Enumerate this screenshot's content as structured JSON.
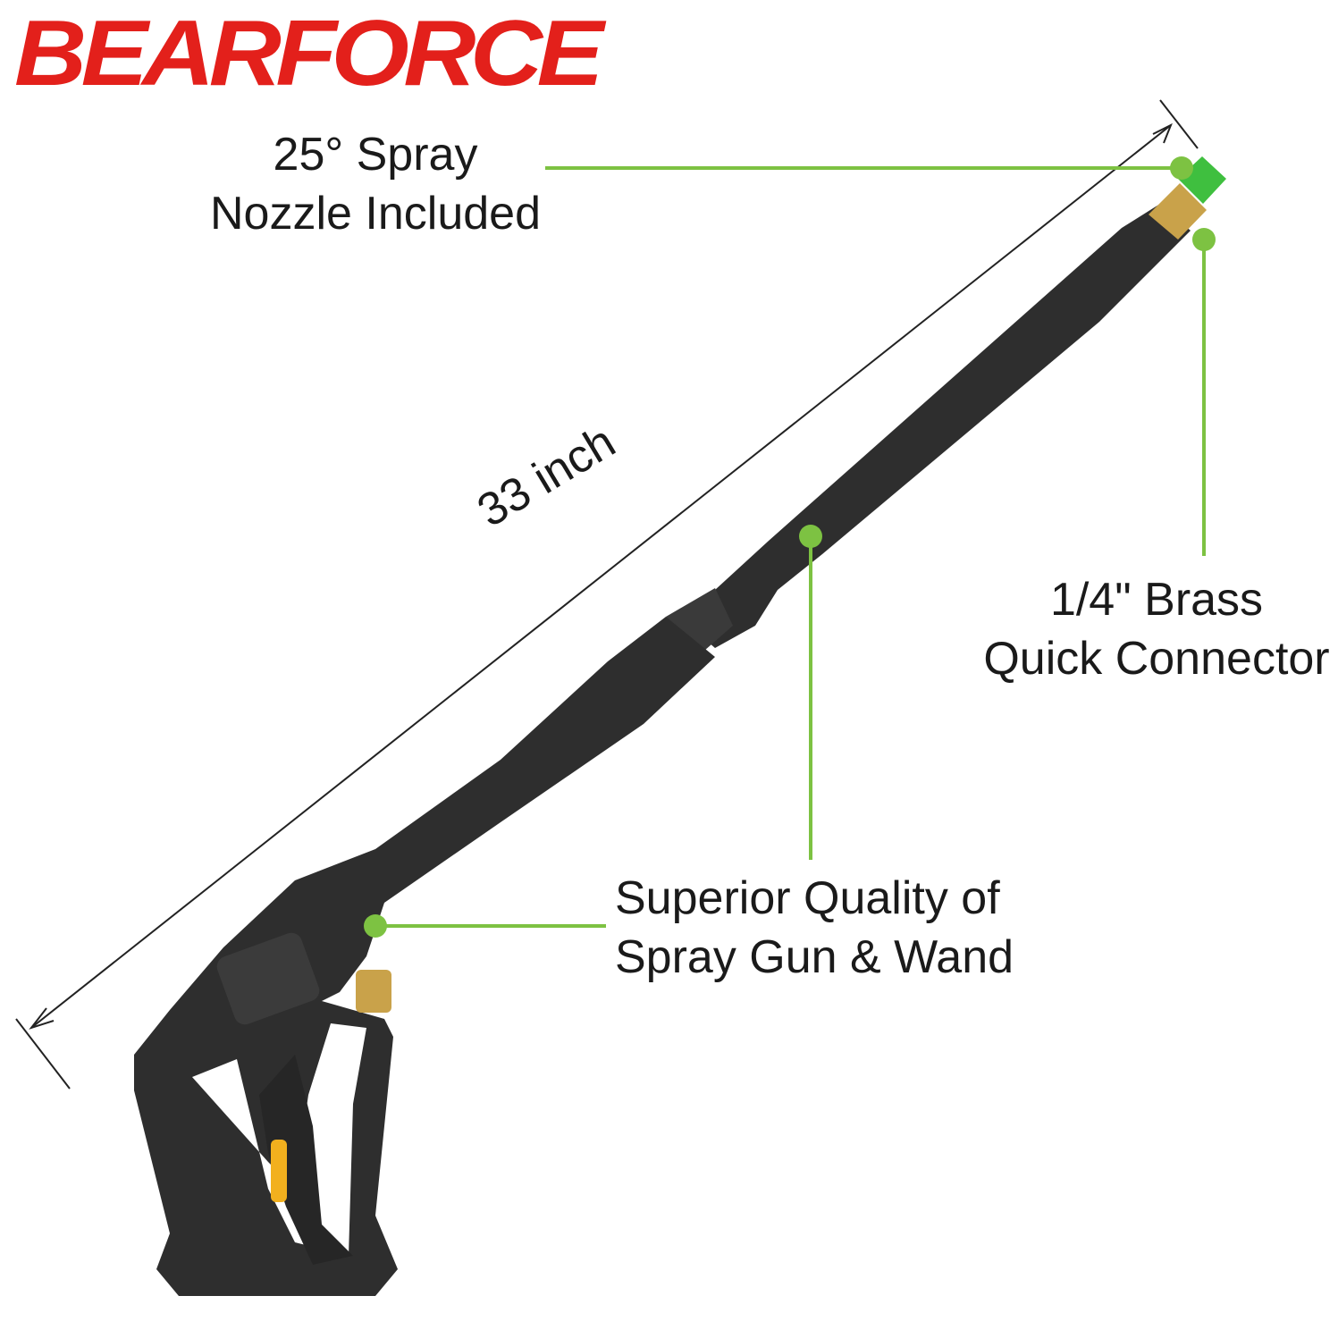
{
  "brand": {
    "name": "BEARFORCE",
    "color": "#e3201b"
  },
  "callouts": {
    "nozzle": {
      "line1": "25° Spray",
      "line2": "Nozzle Included"
    },
    "connector": {
      "line1": "1/4\" Brass",
      "line2": "Quick Connector"
    },
    "quality": {
      "line1": "Superior Quality of",
      "line2": "Spray Gun & Wand"
    }
  },
  "dimension": {
    "label": "33 inch"
  },
  "colors": {
    "callout_green": "#7dc242",
    "gun_body": "#2e2e2e",
    "nozzle_tip": "#3fbf3f",
    "brass": "#c9a24a",
    "trigger_accent": "#f2b01e"
  }
}
